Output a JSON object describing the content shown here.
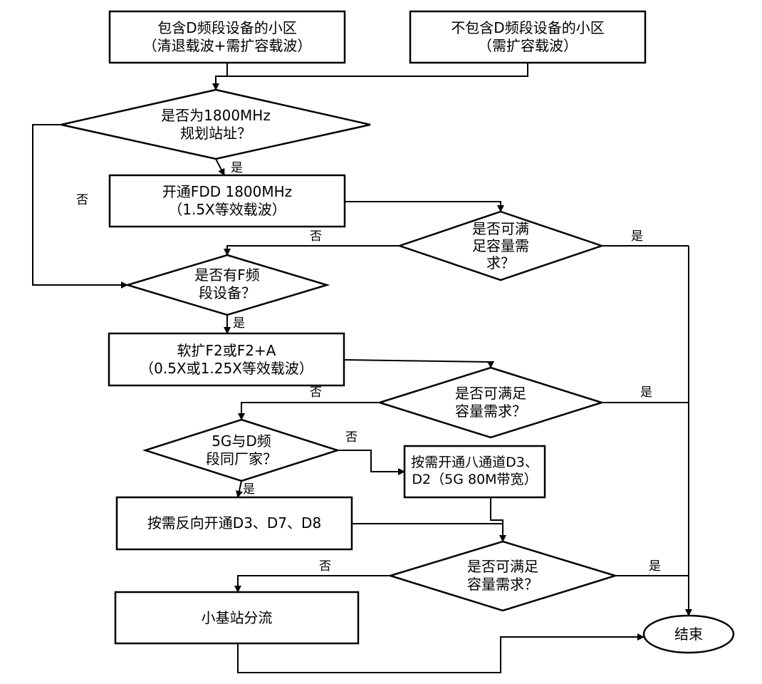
{
  "nodes": {
    "start_with_d": {
      "line1": "包含D频段设备的小区",
      "line2": "（清退载波+需扩容载波）"
    },
    "start_without_d": {
      "line1": "不包含D频段设备的小区",
      "line2": "（需扩容载波）"
    },
    "decision_1800_site": {
      "line1": "是否为1800MHz",
      "line2": "规划站址？"
    },
    "action_fdd1800": {
      "line1": "开通FDD 1800MHz",
      "line2": "（1.5X等效载波）"
    },
    "decision_capacity_1": {
      "line1": "是否可满",
      "line2": "足容量需",
      "line3": "求？"
    },
    "decision_f_band": {
      "line1": "是否有F频",
      "line2": "段设备？"
    },
    "action_soft_expand": {
      "line1": "软扩F2或F2+A",
      "line2": "（0.5X或1.25X等效载波）"
    },
    "decision_capacity_2": {
      "line1": "是否可满足",
      "line2": "容量需求？"
    },
    "decision_same_vendor": {
      "line1": "5G与D频",
      "line2": "段同厂家？"
    },
    "action_eight_channel": {
      "line1": "按需开通八通道D3、",
      "line2": "D2（5G 80M带宽）"
    },
    "action_reverse_open": {
      "line1": "按需反向开通D3、D7、D8"
    },
    "decision_capacity_3": {
      "line1": "是否可满足",
      "line2": "容量需求？"
    },
    "action_small_cell": {
      "line1": "小基站分流"
    },
    "end": {
      "line1": "结束"
    }
  },
  "edge_labels": {
    "yes": "是",
    "no": "否"
  }
}
